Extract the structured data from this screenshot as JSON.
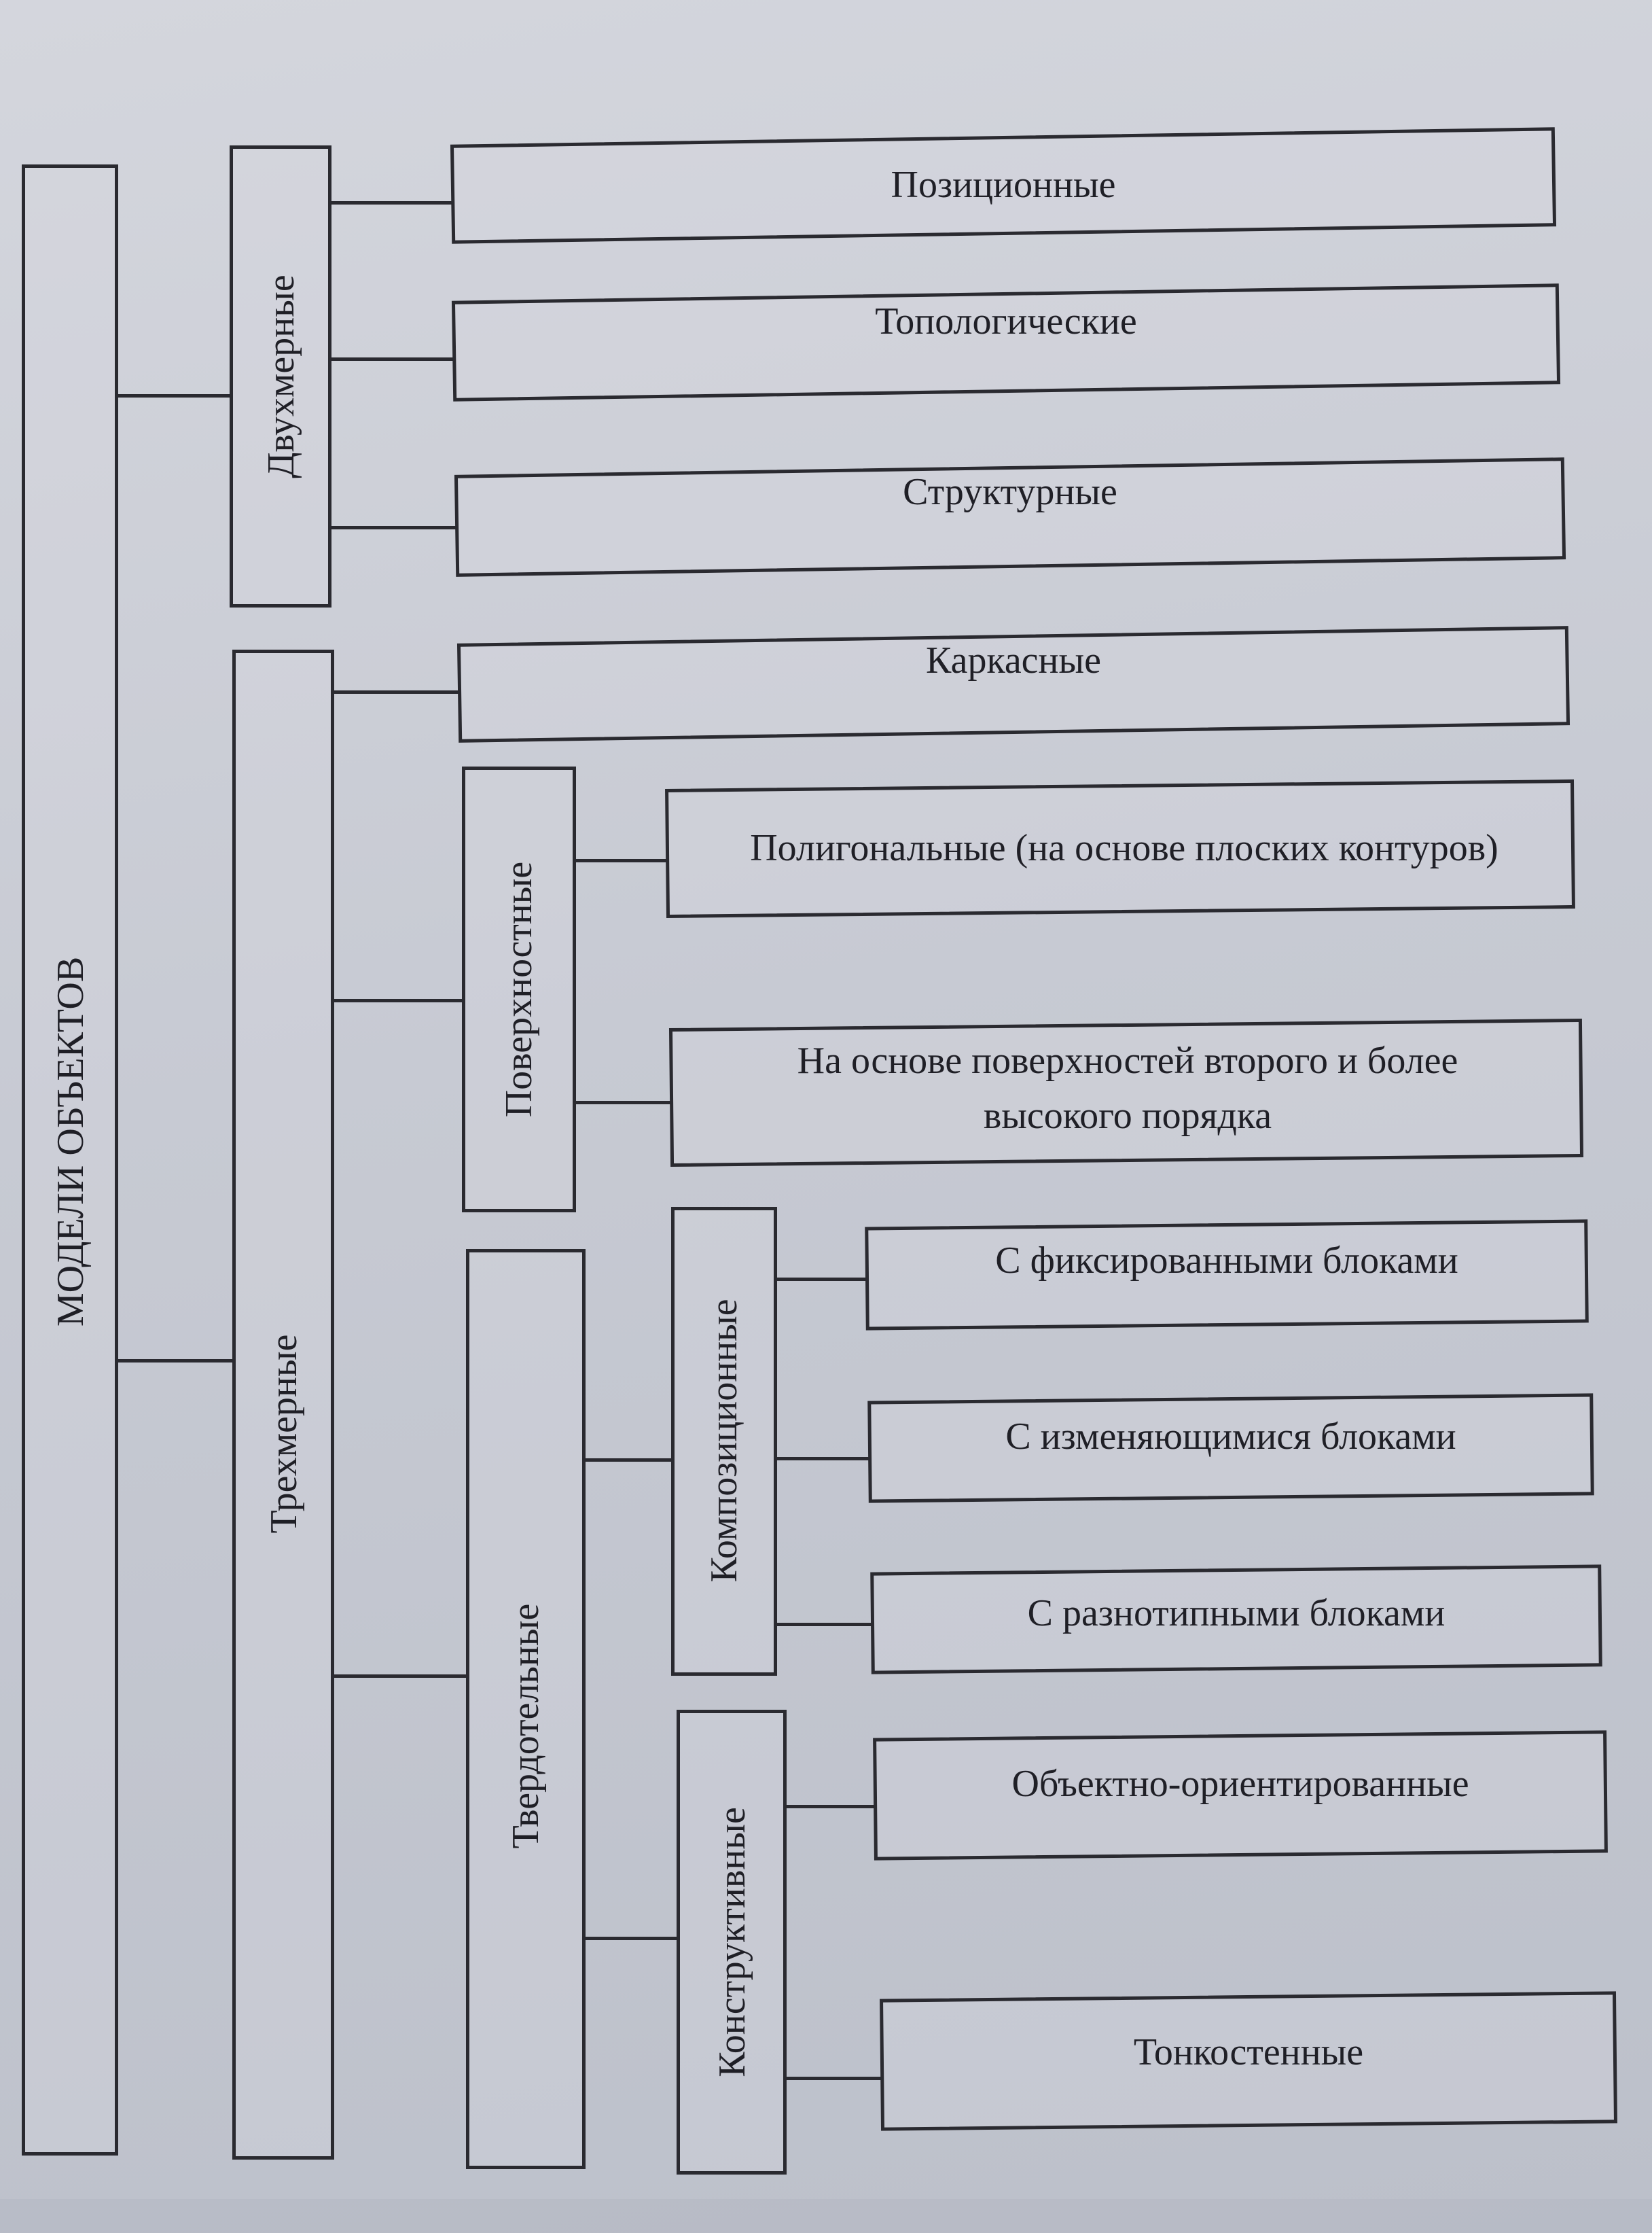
{
  "diagram": {
    "root": "МОДЕЛИ  ОБЪЕКТОВ",
    "groups": {
      "two_d": {
        "label": "Двухмерные",
        "items": [
          "Позиционные",
          "Топологические",
          "Структурные"
        ]
      },
      "three_d": {
        "label": "Трехмерные",
        "wireframe": "Каркасные",
        "surface": {
          "label": "Поверхностные",
          "items": [
            "Полигональные (на основе плоских контуров)",
            "На основе поверхностей второго и более высокого порядка"
          ]
        },
        "solid": {
          "label": "Твердотельные",
          "compositional": {
            "label": "Композиционные",
            "items": [
              "С фиксированными блоками",
              "С изменяющимися блоками",
              "С разнотипными блоками"
            ]
          },
          "constructive": {
            "label": "Конструктивные",
            "items": [
              "Объектно-ориентированные",
              "Тонкостенные"
            ]
          }
        }
      }
    }
  }
}
